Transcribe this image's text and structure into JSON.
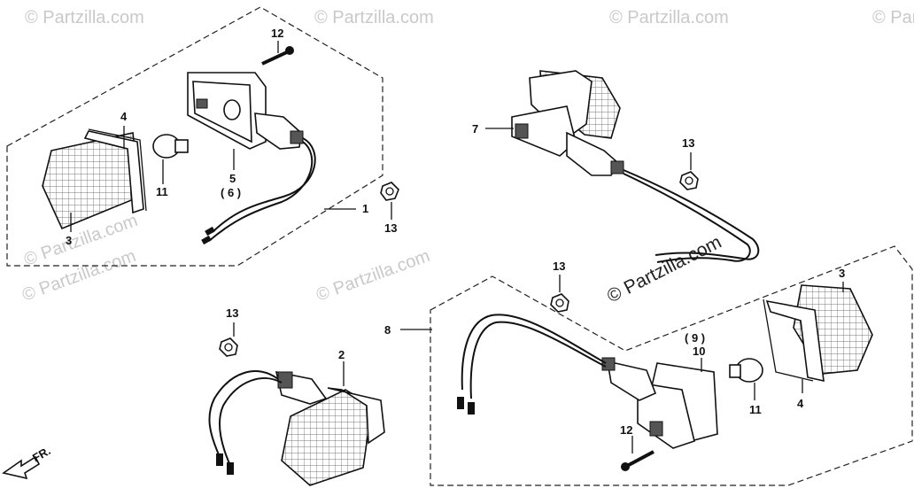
{
  "watermarks": {
    "small": "© Partzilla.com",
    "large": "© Partzilla.com"
  },
  "direction_marker": "FR.",
  "callouts": {
    "c1": "1",
    "c2": "2",
    "c3": "3",
    "c3b": "3",
    "c4": "4",
    "c4b": "4",
    "c5": "5",
    "c6": "( 6 )",
    "c7": "7",
    "c8": "8",
    "c9": "( 9 )",
    "c10": "10",
    "c11": "11",
    "c11b": "11",
    "c12": "12",
    "c12b": "12",
    "c13a": "13",
    "c13b": "13",
    "c13c": "13",
    "c13d": "13"
  }
}
